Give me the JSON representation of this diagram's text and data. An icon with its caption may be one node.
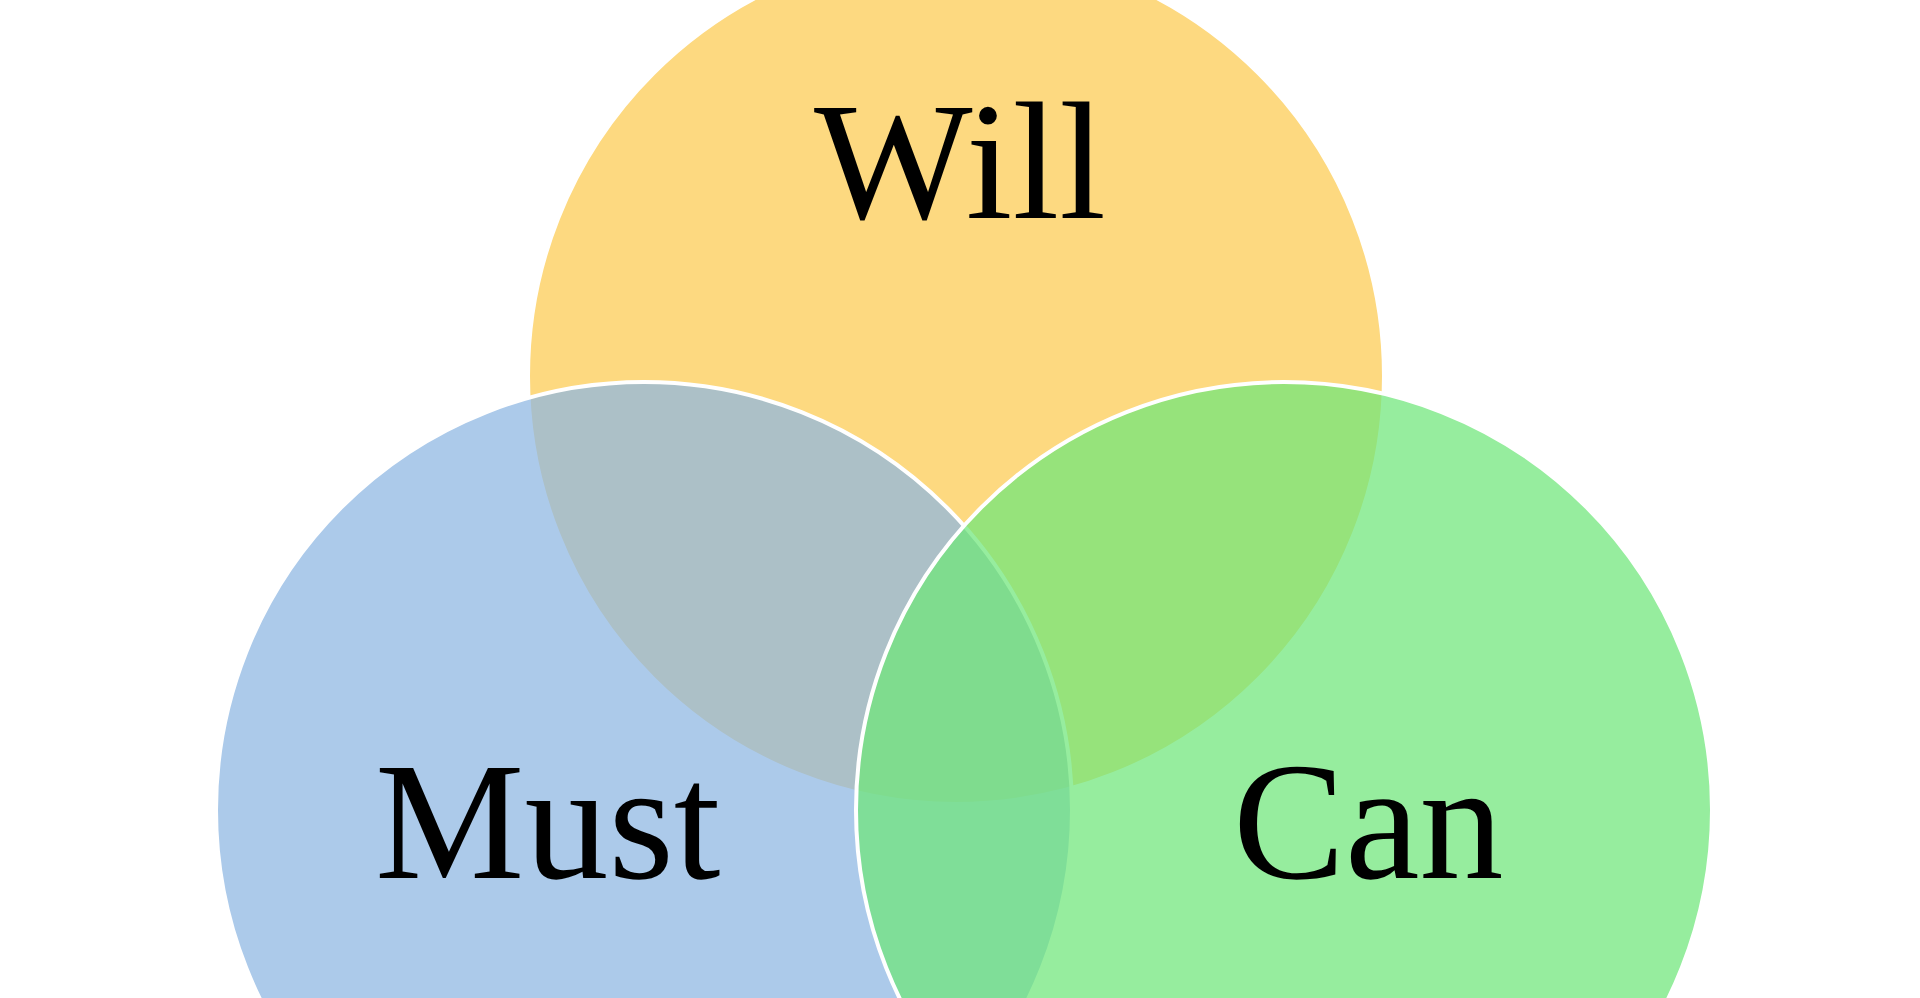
{
  "diagram": {
    "nodes": [
      {
        "text": [
          "Will"
        ]
      },
      {
        "text": [
          "Must"
        ]
      },
      {
        "text": [
          "Can"
        ]
      }
    ]
  }
}
